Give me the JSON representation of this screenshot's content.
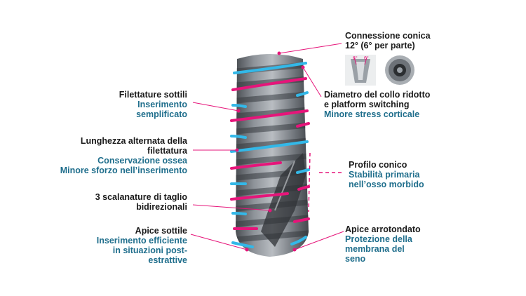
{
  "colors": {
    "accent_pink": "#e6157a",
    "accent_blue": "#33b8e8",
    "metal": "#6f747a",
    "title": "#1a1a1a",
    "subtitle": "#1f6e8c"
  },
  "labels": {
    "connessione": {
      "title": "Connessione conica",
      "title2": "12° (6° per parte)"
    },
    "diametro": {
      "title": "Diametro del collo ridotto",
      "title2": "e platform switching",
      "sub": "Minore stress corticale"
    },
    "filettature": {
      "title": "Filettature sottili",
      "sub": "Inserimento",
      "sub2": "semplificato"
    },
    "lunghezza": {
      "title": "Lunghezza alternata della",
      "title2": "filettatura",
      "sub": "Conservazione ossea",
      "sub2": "Minore sforzo nell’inserimento"
    },
    "profilo": {
      "title": "Profilo conico",
      "sub": "Stabilità primaria",
      "sub2": "nell’osso morbido"
    },
    "scanalature": {
      "title": "3 scalanature di taglio",
      "title2": "bidirezionali"
    },
    "apice_sottile": {
      "title": "Apice sottile",
      "sub": "Inserimento efficiente",
      "sub2": "in situazioni post-",
      "sub3": "estrattive"
    },
    "apice_arrotondato": {
      "title": "Apice arrotondato",
      "sub": "Protezione della",
      "sub2": "membrana del",
      "sub3": "seno"
    },
    "angle_left": "6°",
    "angle_right": "6°"
  }
}
